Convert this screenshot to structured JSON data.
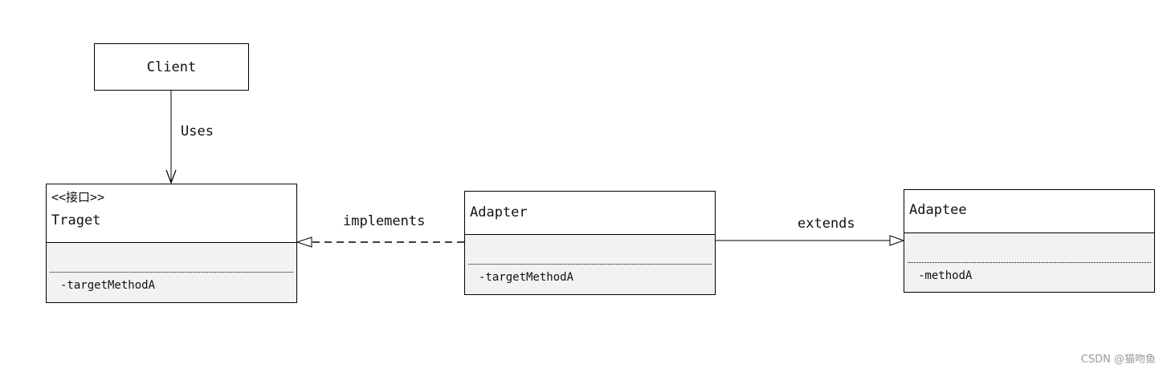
{
  "client": {
    "name": "Client"
  },
  "target": {
    "stereotype": "<<接口>>",
    "name": "Traget",
    "methods": [
      "-targetMethodA"
    ]
  },
  "adapter": {
    "name": "Adapter",
    "methods": [
      "-targetMethodA"
    ]
  },
  "adaptee": {
    "name": "Adaptee",
    "methods": [
      "-methodA"
    ]
  },
  "relations": {
    "uses": "Uses",
    "implements": "implements",
    "extends": "extends"
  },
  "watermark": "CSDN @猫吻鱼"
}
